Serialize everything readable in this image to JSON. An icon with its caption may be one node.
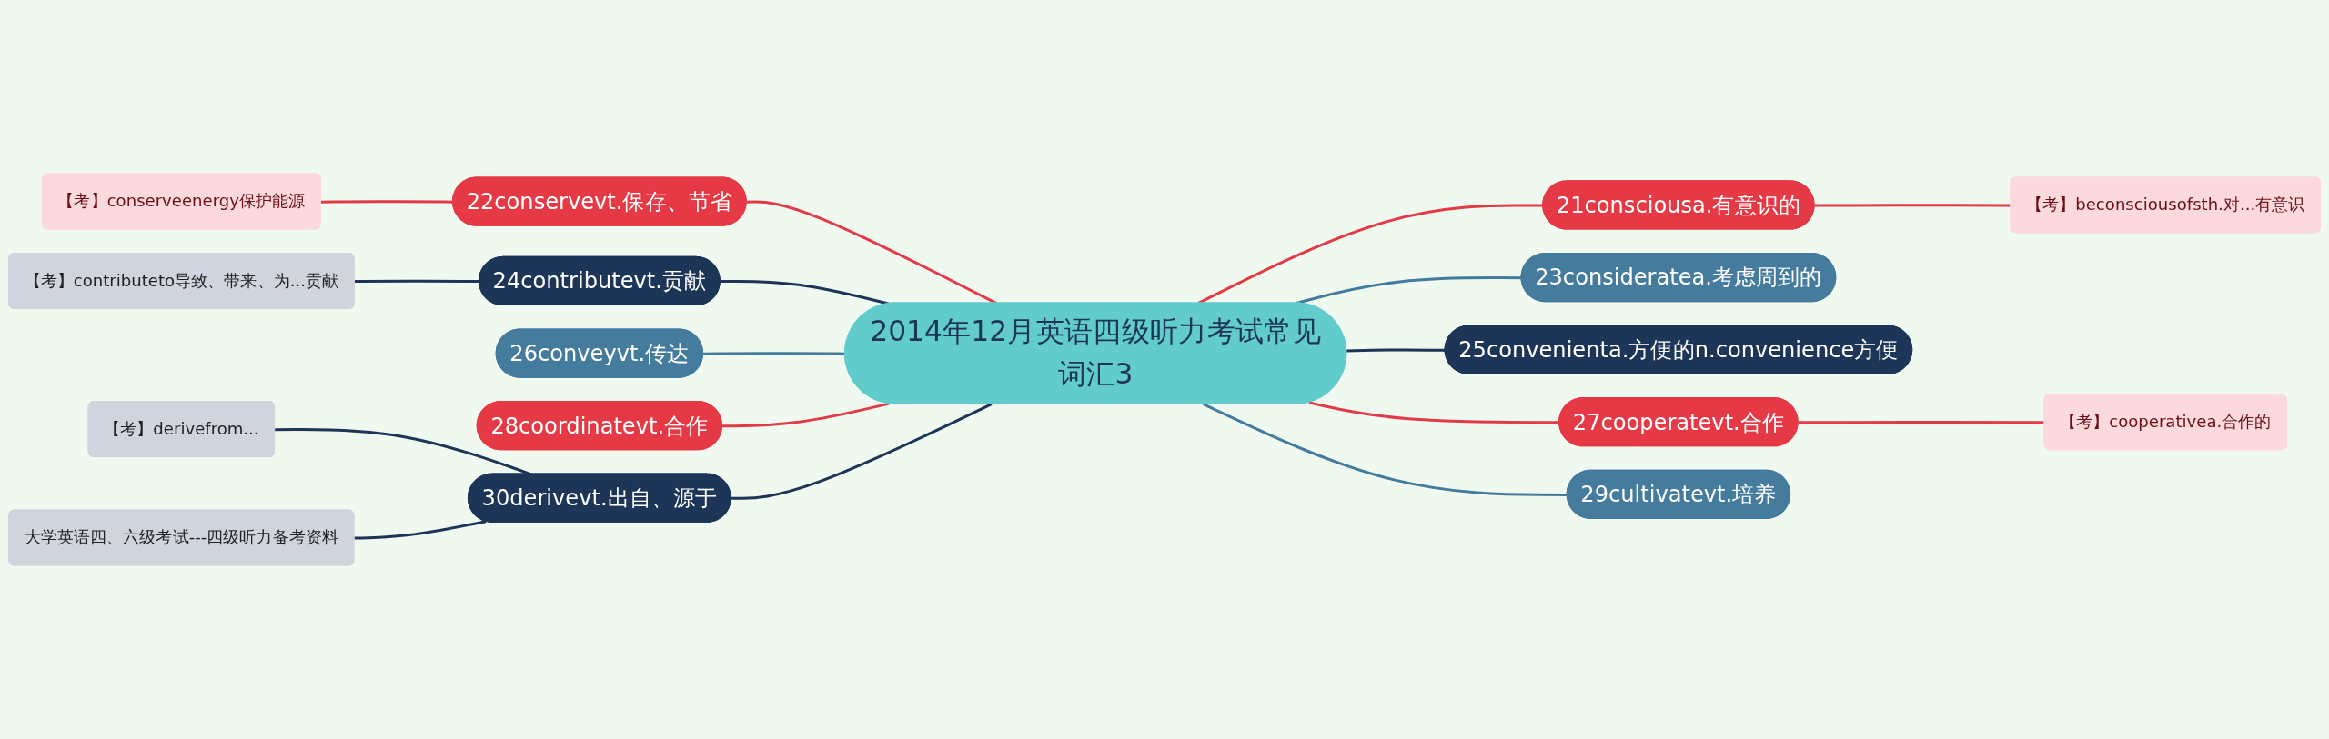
{
  "diagram": {
    "nodes": [
      {
        "text": [
          "2014年12月英语四级听力考试常见词汇3"
        ]
      },
      {
        "text": [
          "21consciousa.有意识的"
        ]
      },
      {
        "text": [
          "【考】beconsciousofsth.对...有意识"
        ]
      },
      {
        "text": [
          "22conservevt.保存、节省"
        ]
      },
      {
        "text": [
          "【考】conserveenergy保护能源"
        ]
      },
      {
        "text": [
          "23consideratea.考虑周到的"
        ]
      },
      {
        "text": [
          "24contributevt.贡献"
        ]
      },
      {
        "text": [
          "【考】contributeto导致、带来、为...贡献"
        ]
      },
      {
        "text": [
          "25convenienta.方便的n.convenience方便"
        ]
      },
      {
        "text": [
          "26conveyvt.传达"
        ]
      },
      {
        "text": [
          "27cooperatevt.合作"
        ]
      },
      {
        "text": [
          "【考】cooperativea.合作的"
        ]
      },
      {
        "text": [
          "28coordinatevt.合作"
        ]
      },
      {
        "text": [
          "29cultivatevt.培养"
        ]
      },
      {
        "text": [
          "30derivevt.出自、源于"
        ]
      },
      {
        "text": [
          "【考】derivefrom..."
        ]
      },
      {
        "text": [
          "大学英语四、六级考试---四级听力备考资料"
        ]
      }
    ],
    "edges": [
      {
        "from": 0,
        "to": 1,
        "arrow": "none"
      },
      {
        "from": 1,
        "to": 2,
        "arrow": "none"
      },
      {
        "from": 0,
        "to": 3,
        "arrow": "none"
      },
      {
        "from": 3,
        "to": 4,
        "arrow": "none"
      },
      {
        "from": 0,
        "to": 5,
        "arrow": "none",
        "color": "#457b9d"
      },
      {
        "from": 0,
        "to": 6,
        "arrow": "none",
        "color": "#1d3557"
      },
      {
        "from": 6,
        "to": 7,
        "arrow": "none",
        "color": "#1d3557"
      },
      {
        "from": 0,
        "to": 8,
        "arrow": "none",
        "color": "#1d3557"
      },
      {
        "from": 0,
        "to": 9,
        "arrow": "none",
        "color": "#457b9d"
      },
      {
        "from": 0,
        "to": 10,
        "arrow": "none"
      },
      {
        "from": 10,
        "to": 11,
        "arrow": "none"
      },
      {
        "from": 0,
        "to": 12,
        "arrow": "none"
      },
      {
        "from": 0,
        "to": 13,
        "arrow": "none",
        "color": "#457b9d"
      },
      {
        "from": 0,
        "to": 14,
        "arrow": "none",
        "color": "#1d3557"
      },
      {
        "from": 14,
        "to": 15,
        "arrow": "none",
        "color": "#1d3557"
      },
      {
        "from": 14,
        "to": 16,
        "arrow": "none",
        "color": "#1d3557"
      }
    ]
  }
}
